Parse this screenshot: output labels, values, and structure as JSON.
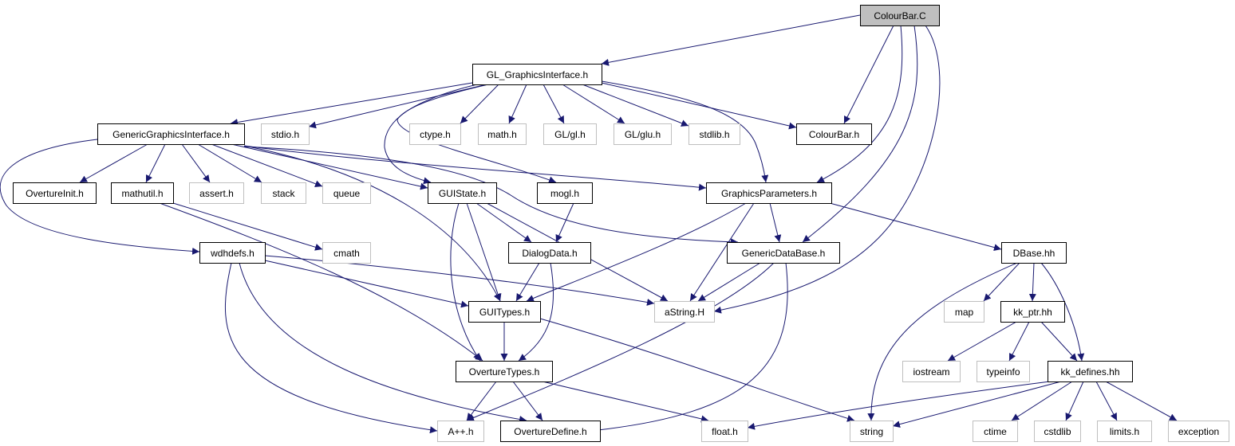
{
  "graph": {
    "edge_color": "#191970",
    "root_fill": "#bfbfbf",
    "documented_border": "#000000",
    "external_border": "#bfbfbf",
    "nodes": [
      {
        "id": "colourbar_c",
        "label": "ColourBar.C",
        "kind": "root"
      },
      {
        "id": "gl_graphicsinterface_h",
        "label": "GL_GraphicsInterface.h",
        "kind": "documented"
      },
      {
        "id": "genericgraphicsinterface_h",
        "label": "GenericGraphicsInterface.h",
        "kind": "documented"
      },
      {
        "id": "stdio_h",
        "label": "stdio.h",
        "kind": "external"
      },
      {
        "id": "ctype_h",
        "label": "ctype.h",
        "kind": "external"
      },
      {
        "id": "math_h",
        "label": "math.h",
        "kind": "external"
      },
      {
        "id": "gl_gl_h",
        "label": "GL/gl.h",
        "kind": "external"
      },
      {
        "id": "gl_glu_h",
        "label": "GL/glu.h",
        "kind": "external"
      },
      {
        "id": "stdlib_h",
        "label": "stdlib.h",
        "kind": "external"
      },
      {
        "id": "colourbar_h",
        "label": "ColourBar.h",
        "kind": "documented"
      },
      {
        "id": "overtureinit_h",
        "label": "OvertureInit.h",
        "kind": "documented"
      },
      {
        "id": "mathutil_h",
        "label": "mathutil.h",
        "kind": "documented"
      },
      {
        "id": "assert_h",
        "label": "assert.h",
        "kind": "external"
      },
      {
        "id": "stack",
        "label": "stack",
        "kind": "external"
      },
      {
        "id": "queue",
        "label": "queue",
        "kind": "external"
      },
      {
        "id": "guistate_h",
        "label": "GUIState.h",
        "kind": "documented"
      },
      {
        "id": "mogl_h",
        "label": "mogl.h",
        "kind": "documented"
      },
      {
        "id": "graphicsparameters_h",
        "label": "GraphicsParameters.h",
        "kind": "documented"
      },
      {
        "id": "wdhdefs_h",
        "label": "wdhdefs.h",
        "kind": "documented"
      },
      {
        "id": "cmath",
        "label": "cmath",
        "kind": "external"
      },
      {
        "id": "dialogdata_h",
        "label": "DialogData.h",
        "kind": "documented"
      },
      {
        "id": "genericdatabase_h",
        "label": "GenericDataBase.h",
        "kind": "documented"
      },
      {
        "id": "dbase_hh",
        "label": "DBase.hh",
        "kind": "documented"
      },
      {
        "id": "guitypes_h",
        "label": "GUITypes.h",
        "kind": "documented"
      },
      {
        "id": "astring_h",
        "label": "aString.H",
        "kind": "external"
      },
      {
        "id": "map",
        "label": "map",
        "kind": "external"
      },
      {
        "id": "kk_ptr_hh",
        "label": "kk_ptr.hh",
        "kind": "documented"
      },
      {
        "id": "overturetypes_h",
        "label": "OvertureTypes.h",
        "kind": "documented"
      },
      {
        "id": "iostream",
        "label": "iostream",
        "kind": "external"
      },
      {
        "id": "typeinfo",
        "label": "typeinfo",
        "kind": "external"
      },
      {
        "id": "kk_defines_hh",
        "label": "kk_defines.hh",
        "kind": "documented"
      },
      {
        "id": "app_h",
        "label": "A++.h",
        "kind": "external"
      },
      {
        "id": "overturedefine_h",
        "label": "OvertureDefine.h",
        "kind": "documented"
      },
      {
        "id": "float_h",
        "label": "float.h",
        "kind": "external"
      },
      {
        "id": "string",
        "label": "string",
        "kind": "external"
      },
      {
        "id": "ctime",
        "label": "ctime",
        "kind": "external"
      },
      {
        "id": "cstdlib",
        "label": "cstdlib",
        "kind": "external"
      },
      {
        "id": "limits_h",
        "label": "limits.h",
        "kind": "external"
      },
      {
        "id": "exception",
        "label": "exception",
        "kind": "external"
      }
    ],
    "edges": [
      [
        "colourbar_c",
        "gl_graphicsinterface_h"
      ],
      [
        "colourbar_c",
        "colourbar_h"
      ],
      [
        "colourbar_c",
        "graphicsparameters_h"
      ],
      [
        "colourbar_c",
        "genericdatabase_h"
      ],
      [
        "colourbar_c",
        "astring_h"
      ],
      [
        "gl_graphicsinterface_h",
        "genericgraphicsinterface_h"
      ],
      [
        "gl_graphicsinterface_h",
        "stdio_h"
      ],
      [
        "gl_graphicsinterface_h",
        "ctype_h"
      ],
      [
        "gl_graphicsinterface_h",
        "math_h"
      ],
      [
        "gl_graphicsinterface_h",
        "gl_gl_h"
      ],
      [
        "gl_graphicsinterface_h",
        "gl_glu_h"
      ],
      [
        "gl_graphicsinterface_h",
        "stdlib_h"
      ],
      [
        "gl_graphicsinterface_h",
        "colourbar_h"
      ],
      [
        "gl_graphicsinterface_h",
        "guistate_h"
      ],
      [
        "gl_graphicsinterface_h",
        "mogl_h"
      ],
      [
        "gl_graphicsinterface_h",
        "graphicsparameters_h"
      ],
      [
        "genericgraphicsinterface_h",
        "overtureinit_h"
      ],
      [
        "genericgraphicsinterface_h",
        "mathutil_h"
      ],
      [
        "genericgraphicsinterface_h",
        "assert_h"
      ],
      [
        "genericgraphicsinterface_h",
        "stack"
      ],
      [
        "genericgraphicsinterface_h",
        "queue"
      ],
      [
        "genericgraphicsinterface_h",
        "guistate_h"
      ],
      [
        "genericgraphicsinterface_h",
        "graphicsparameters_h"
      ],
      [
        "genericgraphicsinterface_h",
        "wdhdefs_h"
      ],
      [
        "genericgraphicsinterface_h",
        "guitypes_h"
      ],
      [
        "genericgraphicsinterface_h",
        "genericdatabase_h"
      ],
      [
        "mathutil_h",
        "cmath"
      ],
      [
        "mathutil_h",
        "overturetypes_h"
      ],
      [
        "guistate_h",
        "dialogdata_h"
      ],
      [
        "guistate_h",
        "guitypes_h"
      ],
      [
        "guistate_h",
        "astring_h"
      ],
      [
        "guistate_h",
        "overturetypes_h"
      ],
      [
        "mogl_h",
        "dialogdata_h"
      ],
      [
        "graphicsparameters_h",
        "genericdatabase_h"
      ],
      [
        "graphicsparameters_h",
        "dbase_hh"
      ],
      [
        "graphicsparameters_h",
        "guitypes_h"
      ],
      [
        "graphicsparameters_h",
        "astring_h"
      ],
      [
        "wdhdefs_h",
        "guitypes_h"
      ],
      [
        "wdhdefs_h",
        "astring_h"
      ],
      [
        "wdhdefs_h",
        "app_h"
      ],
      [
        "wdhdefs_h",
        "overturedefine_h"
      ],
      [
        "dialogdata_h",
        "guitypes_h"
      ],
      [
        "dialogdata_h",
        "overturetypes_h"
      ],
      [
        "genericdatabase_h",
        "astring_h"
      ],
      [
        "genericdatabase_h",
        "app_h"
      ],
      [
        "genericdatabase_h",
        "overturedefine_h"
      ],
      [
        "guitypes_h",
        "overturetypes_h"
      ],
      [
        "guitypes_h",
        "string"
      ],
      [
        "overturetypes_h",
        "app_h"
      ],
      [
        "overturetypes_h",
        "overturedefine_h"
      ],
      [
        "overturetypes_h",
        "float_h"
      ],
      [
        "dbase_hh",
        "map"
      ],
      [
        "dbase_hh",
        "kk_ptr_hh"
      ],
      [
        "dbase_hh",
        "kk_defines_hh"
      ],
      [
        "dbase_hh",
        "string"
      ],
      [
        "kk_ptr_hh",
        "iostream"
      ],
      [
        "kk_ptr_hh",
        "typeinfo"
      ],
      [
        "kk_ptr_hh",
        "kk_defines_hh"
      ],
      [
        "kk_defines_hh",
        "float_h"
      ],
      [
        "kk_defines_hh",
        "string"
      ],
      [
        "kk_defines_hh",
        "ctime"
      ],
      [
        "kk_defines_hh",
        "cstdlib"
      ],
      [
        "kk_defines_hh",
        "limits_h"
      ],
      [
        "kk_defines_hh",
        "exception"
      ]
    ]
  }
}
